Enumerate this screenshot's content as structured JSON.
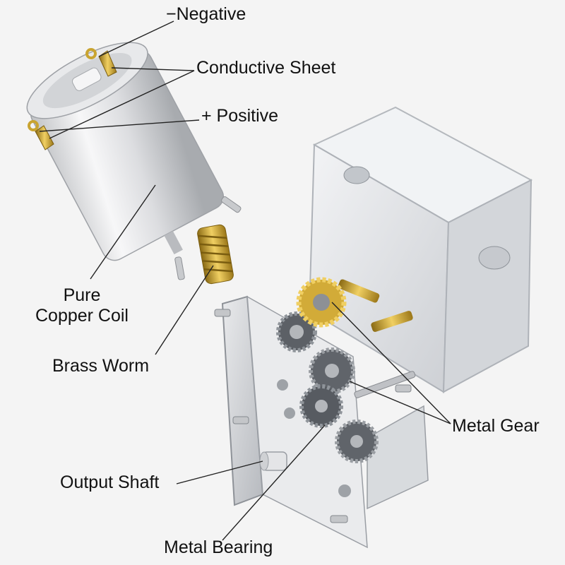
{
  "labels": {
    "negative": "−Negative",
    "conductive_sheet": "Conductive Sheet",
    "positive": "+ Positive",
    "pure_copper_coil_line1": "Pure",
    "pure_copper_coil_line2": "Copper Coil",
    "brass_worm": "Brass Worm",
    "metal_gear": "Metal Gear",
    "output_shaft": "Output Shaft",
    "metal_bearing": "Metal Bearing"
  },
  "colors": {
    "background": "#f4f4f4",
    "motor_silver": "#d9dadc",
    "brass": "#c9a431",
    "gear_steel": "#5a5e63",
    "housing_clear": "#e6e9ec",
    "leader_line": "#222222"
  }
}
